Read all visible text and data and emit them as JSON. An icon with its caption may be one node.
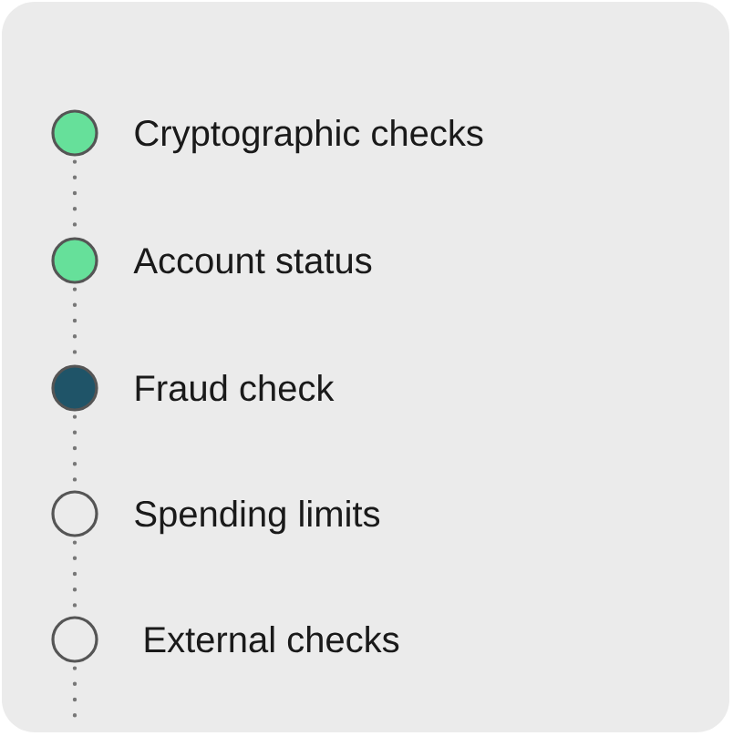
{
  "diagram": {
    "nodes": [
      {
        "text": [
          "Cryptographic checks"
        ]
      },
      {
        "text": [
          "Account status"
        ]
      },
      {
        "text": [
          "Fraud check"
        ]
      },
      {
        "text": [
          "Spending limits"
        ]
      },
      {
        "text": [
          "External checks"
        ]
      }
    ],
    "edges": [
      {
        "from": 0,
        "to": 1,
        "arrow": "none"
      },
      {
        "from": 1,
        "to": 2,
        "arrow": "none"
      },
      {
        "from": 2,
        "to": 3,
        "arrow": "none"
      },
      {
        "from": 3,
        "to": 4,
        "arrow": "none"
      },
      {
        "from": 4,
        "to": null,
        "arrow": "none"
      }
    ]
  }
}
